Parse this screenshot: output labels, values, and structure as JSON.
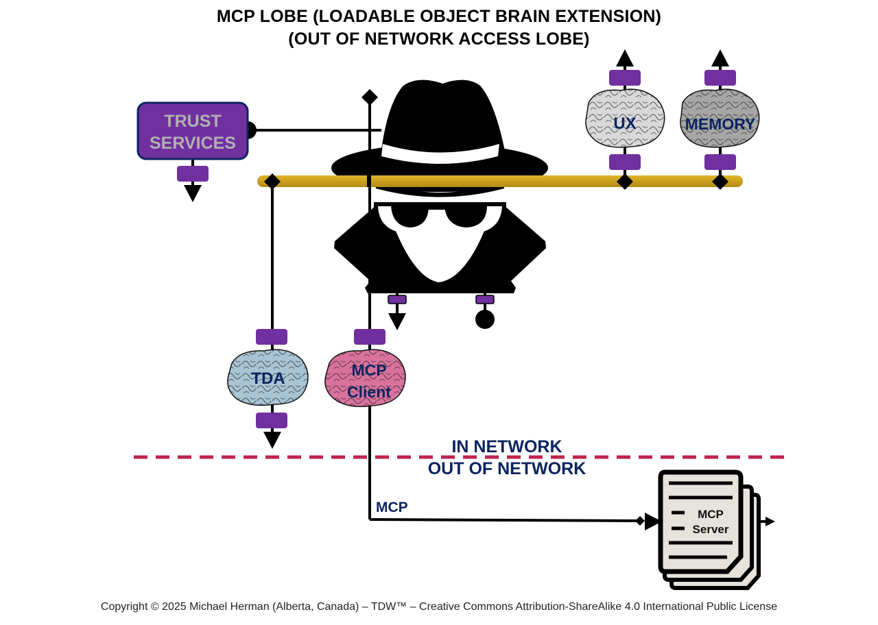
{
  "title": {
    "line1": "MCP LOBE (LOADABLE OBJECT BRAIN EXTENSION)",
    "line2": "(OUT OF NETWORK ACCESS LOBE)"
  },
  "colors": {
    "purple": "#7030a0",
    "navy": "#0b2460",
    "gold": "#d4a820",
    "boundary": "#c0234f",
    "brain_ux": "#d9d9d9",
    "brain_memory": "#a6a6a6",
    "brain_tda": "#a9c4d4",
    "brain_mcp_client": "#d9739e",
    "server_fill": "#e6e3dc"
  },
  "nodes": {
    "trust_services": {
      "line1": "TRUST",
      "line2": "SERVICES",
      "icon": "trust-services-box"
    },
    "spy": {
      "icon": "spy-incognito-icon"
    },
    "ux": {
      "label": "UX",
      "icon": "brain-icon"
    },
    "memory": {
      "label": "MEMORY",
      "icon": "brain-icon"
    },
    "tda": {
      "label": "TDA",
      "icon": "brain-icon"
    },
    "mcp_client": {
      "line1": "MCP",
      "line2": "Client",
      "icon": "brain-icon"
    },
    "mcp_server": {
      "line1": "MCP",
      "line2": "Server",
      "icon": "document-stack-icon"
    }
  },
  "boundary": {
    "in_label": "IN NETWORK",
    "out_label": "OUT OF NETWORK"
  },
  "edges": {
    "mcp_link_label": "MCP"
  },
  "footer": {
    "copyright": "Copyright © 2025 Michael Herman (Alberta, Canada) – TDW™ – Creative Commons Attribution-ShareAlike 4.0 International Public License"
  }
}
